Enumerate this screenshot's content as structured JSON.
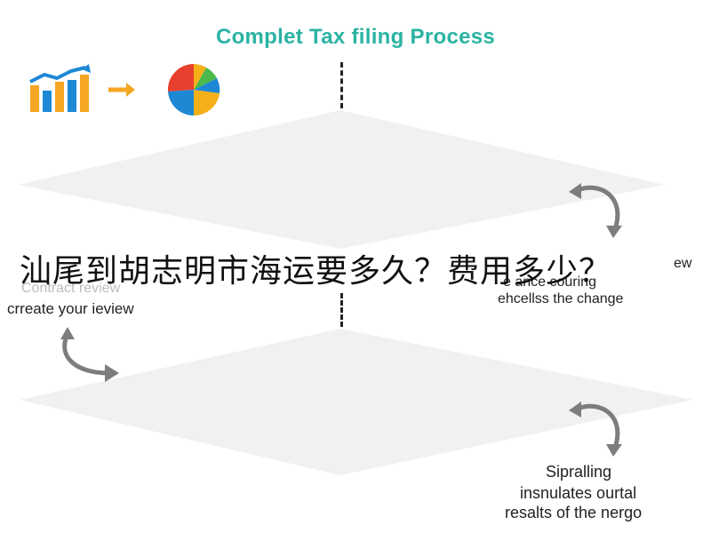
{
  "title": "Complet Tax filing Process",
  "overlay_question": "汕尾到胡志明市海运要多久？费用多少？",
  "labels": {
    "right_upper_line1": "ew",
    "right_upper_line2": "e ance couring",
    "right_upper_line3": "ehcellss the change",
    "left_lower_faint": "Contract review",
    "left_lower": "crreate your ieview",
    "bottom_right_1": "Sipralling",
    "bottom_right_2": "insnulates ourtal",
    "bottom_right_3": "resalts of the nergo"
  },
  "colors": {
    "title": "#2bb3a3",
    "diamond": "#f1f1f1",
    "arrow": "#7d7d7d",
    "bar_blue": "#1e88d4",
    "bar_yellow": "#f5a623",
    "orange_arrow": "#f5a623",
    "pie_red": "#e8402f",
    "pie_blue": "#1e88d4",
    "pie_yellow": "#f5b018",
    "pie_green": "#4cb84c"
  },
  "icons": [
    "bar-chart-icon",
    "right-arrow-icon",
    "pie-chart-icon",
    "cycle-arrow-icon"
  ]
}
